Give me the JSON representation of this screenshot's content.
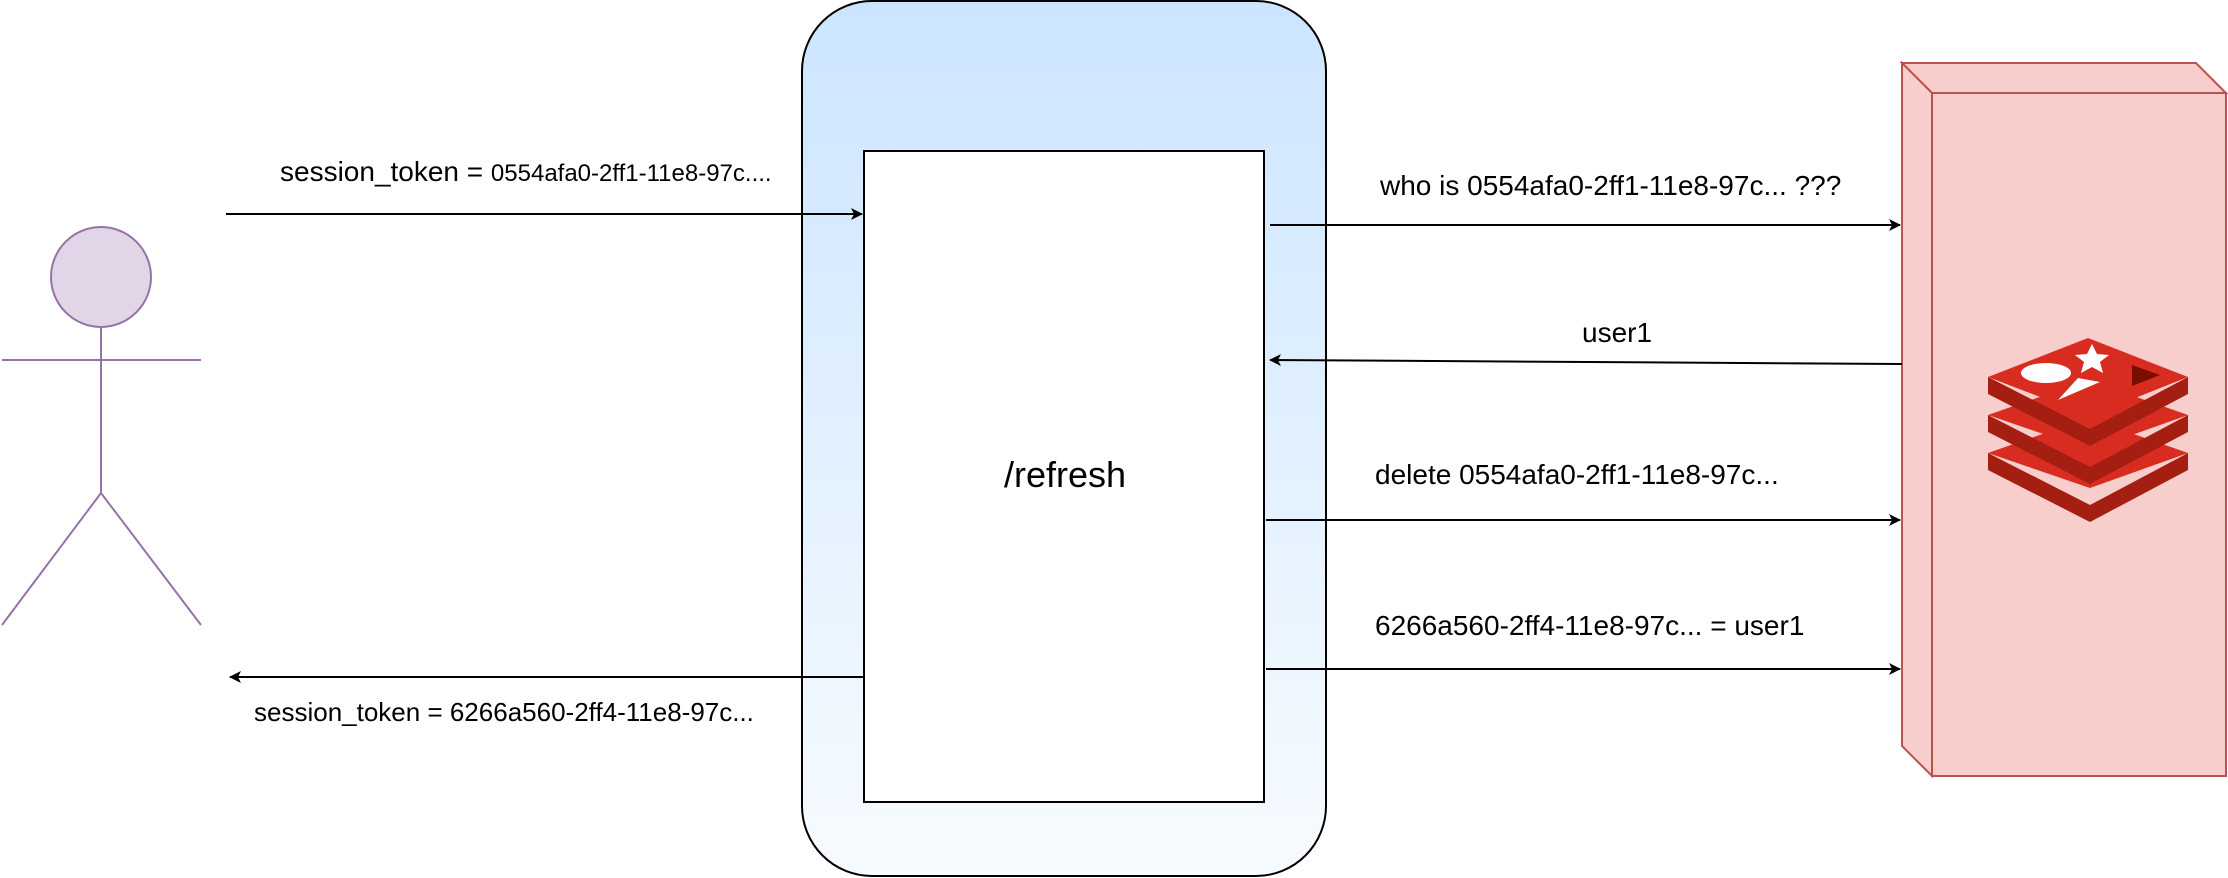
{
  "diagram": {
    "actor": {
      "kind": "user-actor",
      "stroke_color": "#9673a6",
      "fill_color": "#e1d5e7"
    },
    "server": {
      "container_gradient": [
        "#cce5ff",
        "#f7fbff"
      ],
      "container_stroke": "#000000",
      "endpoint_label": "/refresh"
    },
    "store": {
      "fill_color": "#f8cecc",
      "stroke_color": "#b85450",
      "icon": "redis-icon",
      "icon_colors": [
        "#d82c20",
        "#a41e11",
        "#7a0c00",
        "#ffffff"
      ]
    },
    "requests": {
      "incoming_prefix": "session_token = ",
      "incoming_value": "0554afa0-2ff1-11e8-97c....",
      "outgoing_label": "session_token = 6266a560-2ff4-11e8-97c..."
    },
    "store_calls": [
      {
        "label": "who is 0554afa0-2ff1-11e8-97c... ???",
        "direction": "to-store"
      },
      {
        "label": "user1",
        "direction": "to-server"
      },
      {
        "label": "delete 0554afa0-2ff1-11e8-97c...",
        "direction": "to-store"
      },
      {
        "label": "6266a560-2ff4-11e8-97c... = user1",
        "direction": "to-store"
      }
    ]
  }
}
